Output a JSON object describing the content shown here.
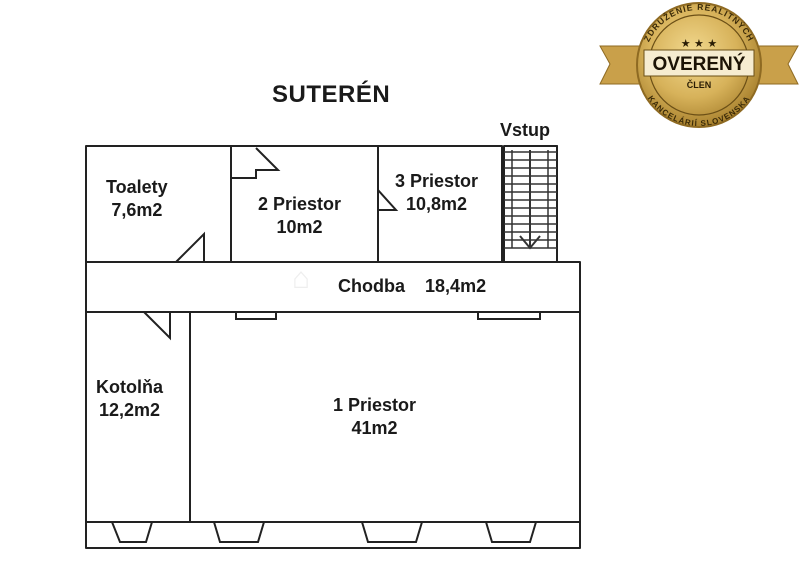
{
  "title": "SUTERÉN",
  "entrance_label": "Vstup",
  "rooms": {
    "toalety": {
      "name": "Toalety",
      "area": "7,6m2"
    },
    "priestor2": {
      "name": "2 Priestor",
      "area": "10m2"
    },
    "priestor3": {
      "name": "3 Priestor",
      "area": "10,8m2"
    },
    "chodba": {
      "name": "Chodba",
      "area": "18,4m2"
    },
    "kotolna": {
      "name": "Kotolňa",
      "area": "12,2m2"
    },
    "priestor1": {
      "name": "1 Priestor",
      "area": "41m2"
    }
  },
  "badge": {
    "top_text": "ZDRUŽENIE REALITNÝCH",
    "stars": "★ ★ ★",
    "main_text": "OVERENÝ",
    "sub_text": "ČLEN",
    "bottom_text": "KANCELÁRIÍ SLOVENSKA",
    "gold": "#d7b25a",
    "ribbon": "#c9a04a"
  }
}
